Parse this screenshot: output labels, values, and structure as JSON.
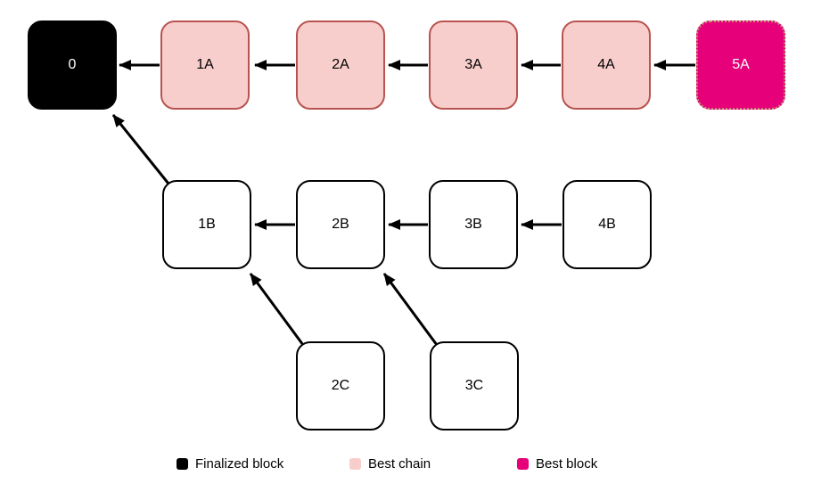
{
  "diagram": {
    "description": "Blockchain fork-choice diagram: genesis/finalized block 0, best chain 1A-5A, fork branches B and C",
    "blocks": [
      {
        "id": "0",
        "label": "0",
        "role": "finalized",
        "row": "A",
        "height_index": 0
      },
      {
        "id": "1A",
        "label": "1A",
        "role": "best-chain",
        "row": "A",
        "height_index": 1
      },
      {
        "id": "2A",
        "label": "2A",
        "role": "best-chain",
        "row": "A",
        "height_index": 2
      },
      {
        "id": "3A",
        "label": "3A",
        "role": "best-chain",
        "row": "A",
        "height_index": 3
      },
      {
        "id": "4A",
        "label": "4A",
        "role": "best-chain",
        "row": "A",
        "height_index": 4
      },
      {
        "id": "5A",
        "label": "5A",
        "role": "best-block",
        "row": "A",
        "height_index": 5
      },
      {
        "id": "1B",
        "label": "1B",
        "role": "fork",
        "row": "B",
        "height_index": 1
      },
      {
        "id": "2B",
        "label": "2B",
        "role": "fork",
        "row": "B",
        "height_index": 2
      },
      {
        "id": "3B",
        "label": "3B",
        "role": "fork",
        "row": "B",
        "height_index": 3
      },
      {
        "id": "4B",
        "label": "4B",
        "role": "fork",
        "row": "B",
        "height_index": 4
      },
      {
        "id": "2C",
        "label": "2C",
        "role": "fork",
        "row": "C",
        "height_index": 2
      },
      {
        "id": "3C",
        "label": "3C",
        "role": "fork",
        "row": "C",
        "height_index": 3
      }
    ],
    "edges": [
      {
        "from": "1A",
        "to": "0"
      },
      {
        "from": "2A",
        "to": "1A"
      },
      {
        "from": "3A",
        "to": "2A"
      },
      {
        "from": "4A",
        "to": "3A"
      },
      {
        "from": "5A",
        "to": "4A"
      },
      {
        "from": "1B",
        "to": "0"
      },
      {
        "from": "2B",
        "to": "1B"
      },
      {
        "from": "3B",
        "to": "2B"
      },
      {
        "from": "4B",
        "to": "3B"
      },
      {
        "from": "2C",
        "to": "1B"
      },
      {
        "from": "3C",
        "to": "2B"
      }
    ],
    "legend": [
      {
        "label": "Finalized block",
        "color": "#000000"
      },
      {
        "label": "Best chain",
        "color": "#f8cecc"
      },
      {
        "label": "Best block",
        "color": "#e6007a"
      }
    ],
    "colors": {
      "finalized_fill": "#000000",
      "finalized_text": "#ffffff",
      "best_chain_fill": "#f8cecc",
      "best_chain_border": "#b85450",
      "best_block_fill": "#e6007a",
      "best_block_border": "#c09371",
      "best_block_text": "#ffffff",
      "fork_fill": "#ffffff",
      "fork_border": "#000000",
      "arrow": "#000000",
      "background": "#ffffff"
    }
  }
}
